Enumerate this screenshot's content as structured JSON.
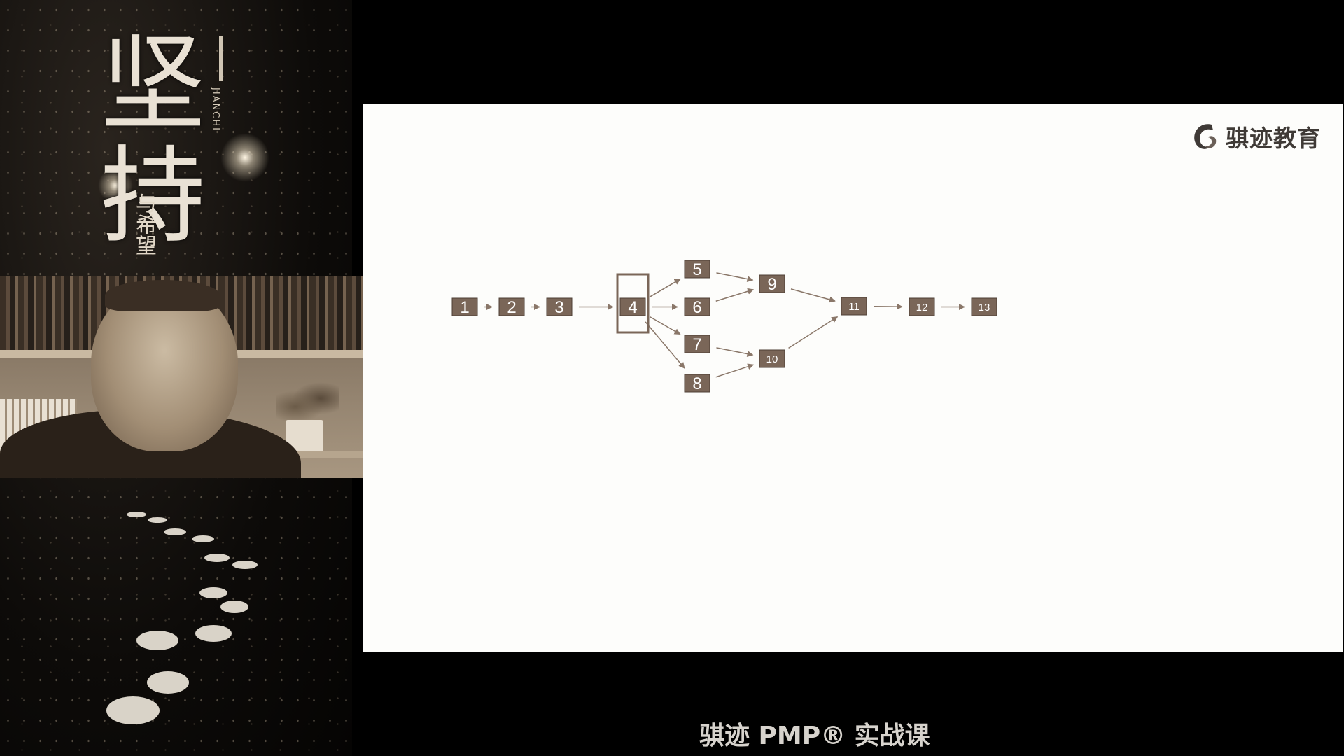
{
  "poster": {
    "title": "坚持",
    "subtitle": "与希望",
    "roman": "JIANCHI"
  },
  "slide": {
    "logo_text": "骐迹教育",
    "logo_icon": "brand-swirl-icon"
  },
  "diagram": {
    "nodes": [
      {
        "id": "1",
        "label": "1"
      },
      {
        "id": "2",
        "label": "2"
      },
      {
        "id": "3",
        "label": "3"
      },
      {
        "id": "4",
        "label": "4"
      },
      {
        "id": "5",
        "label": "5"
      },
      {
        "id": "6",
        "label": "6"
      },
      {
        "id": "7",
        "label": "7"
      },
      {
        "id": "8",
        "label": "8"
      },
      {
        "id": "9",
        "label": "9"
      },
      {
        "id": "10",
        "label": "10"
      },
      {
        "id": "11",
        "label": "11"
      },
      {
        "id": "12",
        "label": "12"
      },
      {
        "id": "13",
        "label": "13"
      }
    ],
    "edges": [
      [
        "1",
        "2"
      ],
      [
        "2",
        "3"
      ],
      [
        "3",
        "4"
      ],
      [
        "4",
        "5"
      ],
      [
        "4",
        "6"
      ],
      [
        "4",
        "7"
      ],
      [
        "4",
        "8"
      ],
      [
        "5",
        "9"
      ],
      [
        "6",
        "9"
      ],
      [
        "7",
        "10"
      ],
      [
        "8",
        "10"
      ],
      [
        "9",
        "11"
      ],
      [
        "10",
        "11"
      ],
      [
        "11",
        "12"
      ],
      [
        "12",
        "13"
      ]
    ],
    "highlighted_node": "4",
    "colors": {
      "node_fill": "#7a6658",
      "edge": "#8a7769",
      "label": "#ffffff"
    }
  },
  "caption": "骐迹 PMP® 实战课"
}
